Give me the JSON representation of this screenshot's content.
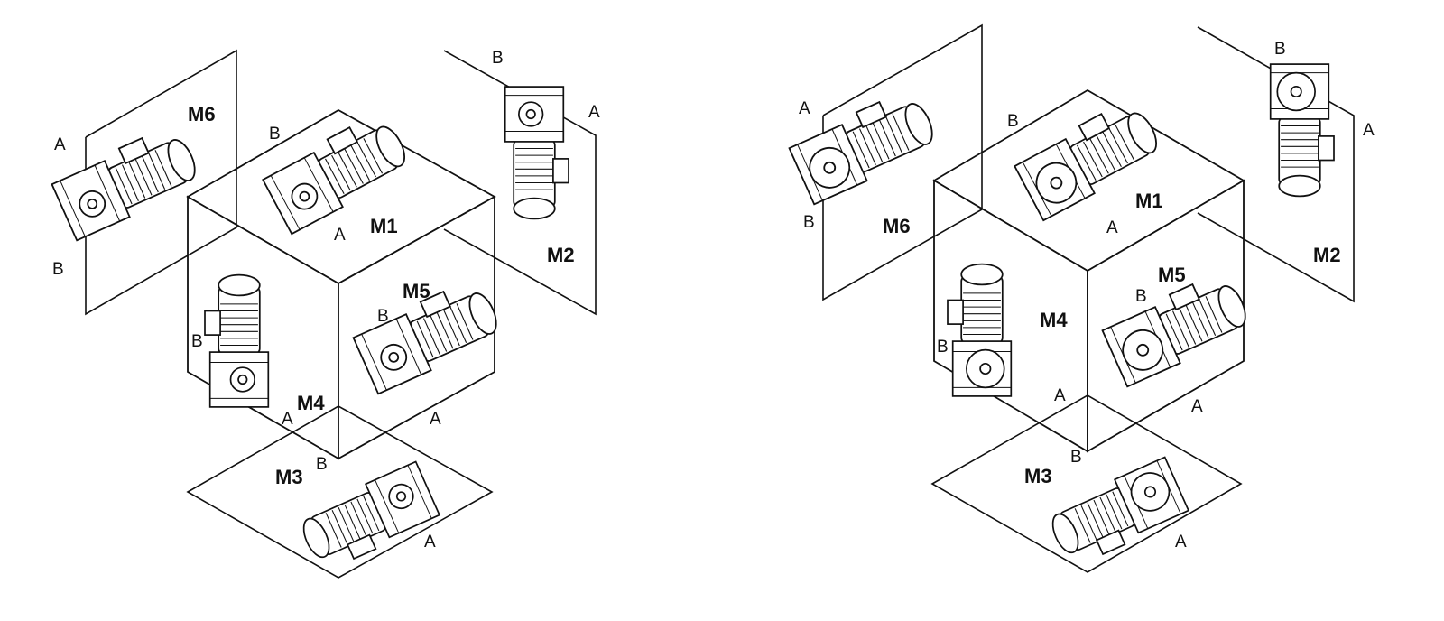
{
  "diagrams": [
    {
      "name": "left",
      "positions": [
        "M1",
        "M2",
        "M3",
        "M4",
        "M5",
        "M6"
      ],
      "sides": {
        "a": "A",
        "b": "B"
      }
    },
    {
      "name": "right",
      "positions": [
        "M1",
        "M2",
        "M3",
        "M4",
        "M5",
        "M6"
      ],
      "sides": {
        "a": "A",
        "b": "B"
      }
    }
  ],
  "colors": {
    "line": "#111111",
    "fill": "#ffffff"
  }
}
